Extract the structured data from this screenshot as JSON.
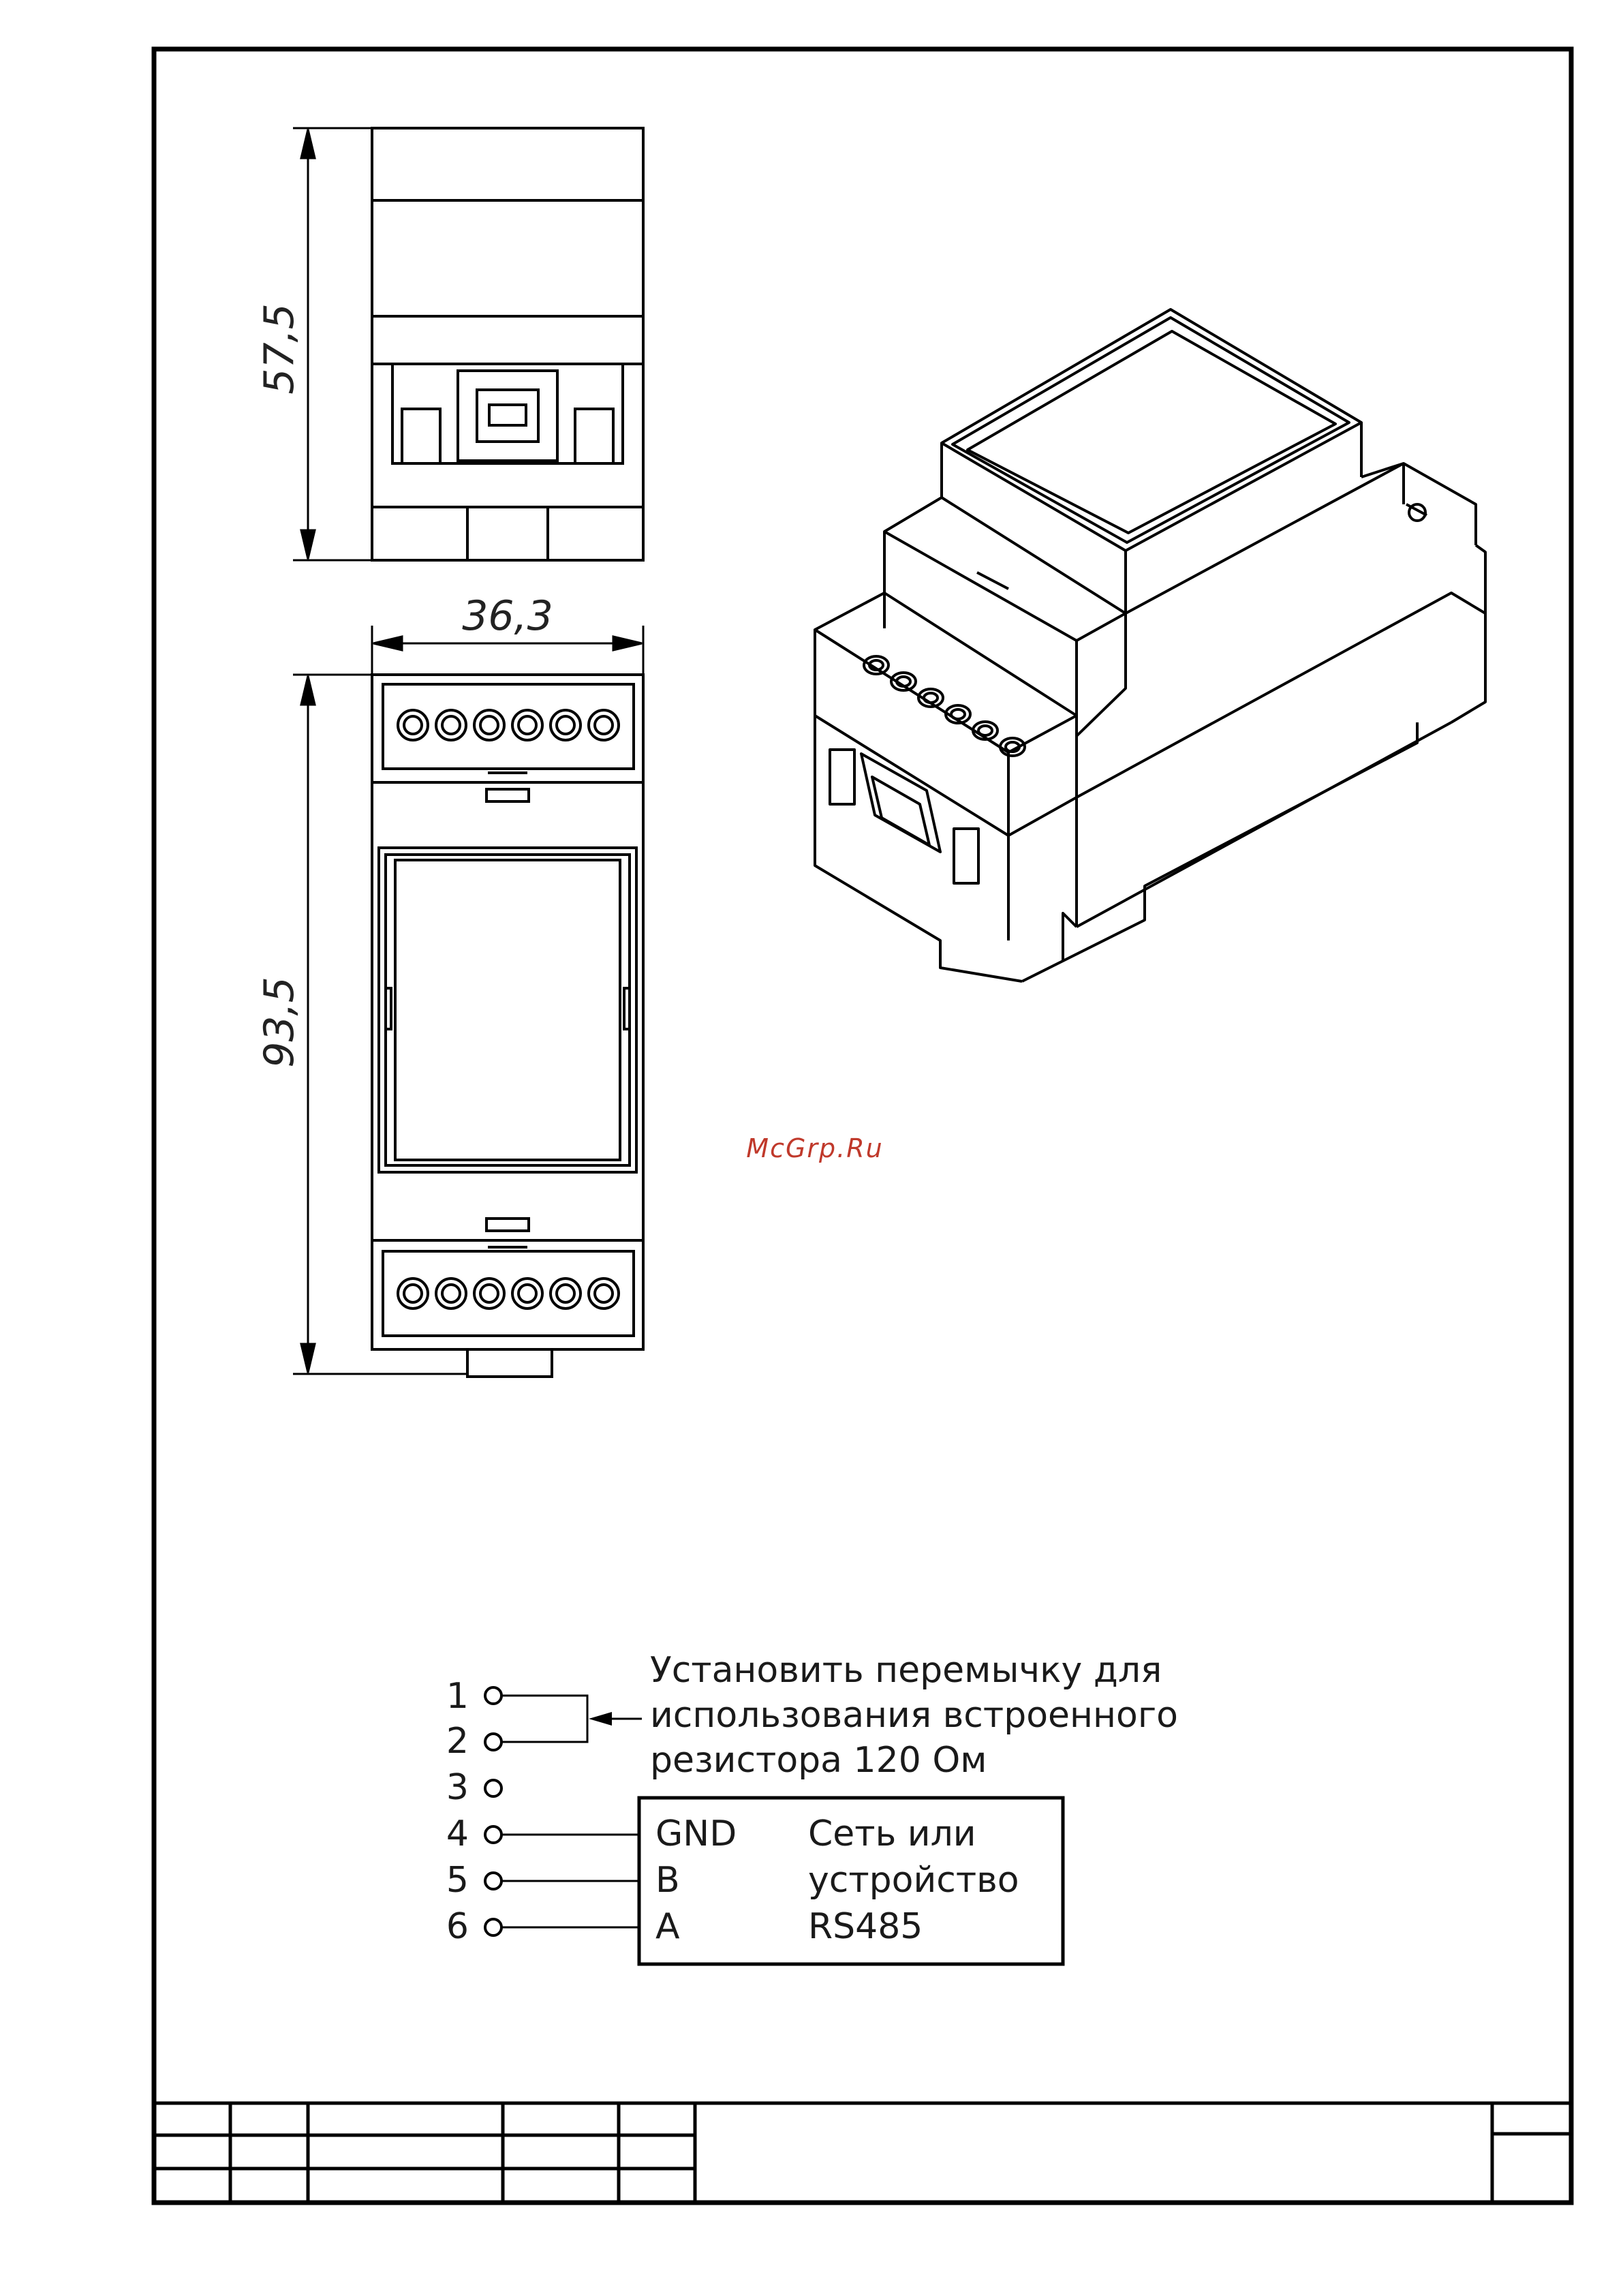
{
  "dimensions": {
    "height_top": "57,5",
    "width": "36,3",
    "height_front": "93,5"
  },
  "watermark": "McGrp.Ru",
  "wiring": {
    "pins": [
      "1",
      "2",
      "3",
      "4",
      "5",
      "6"
    ],
    "jumper_note": [
      "Установить перемычку для",
      "использования встроенного",
      "резистора 120 Ом"
    ],
    "signals": [
      "GND",
      "B",
      "A"
    ],
    "network_label": [
      "Сеть или",
      "устройство",
      "RS485"
    ]
  },
  "colors": {
    "line": "#000000",
    "watermark": "#c0392b"
  }
}
